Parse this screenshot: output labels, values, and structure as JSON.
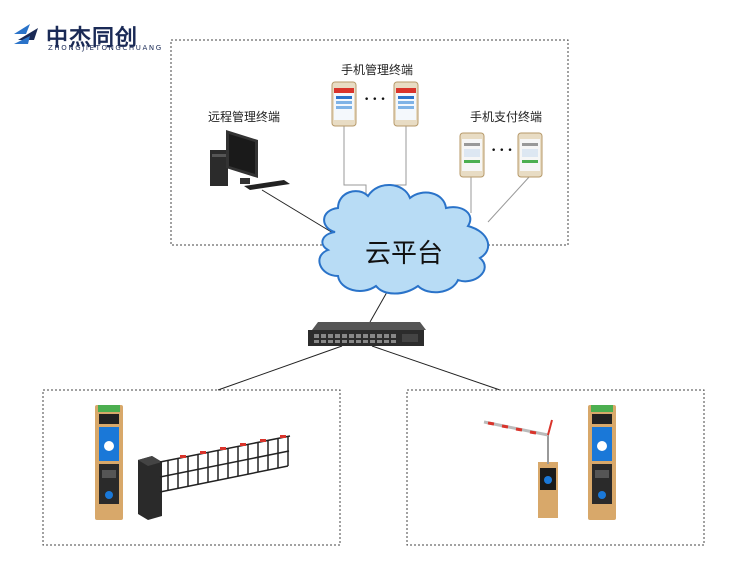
{
  "logo": {
    "name_cn": "中杰同创",
    "name_en": "ZHONGJIETONGCHUANG"
  },
  "labels": {
    "remote_terminal": "远程管理终端",
    "mobile_management_terminal": "手机管理终端",
    "mobile_payment_terminal": "手机支付终端",
    "cloud_platform": "云平台"
  },
  "ellipsis": "• • •",
  "colors": {
    "brand_navy": "#1a2a56",
    "brand_blue": "#2a73c9",
    "barrier_red": "#d9342b",
    "kiosk_gold": "#d8a86a",
    "screen_blue": "#1a78d8"
  },
  "icons": [
    "logo-arrow-icon",
    "desktop-computer-icon",
    "smartphone-icon",
    "cloud-icon",
    "network-switch-icon",
    "kiosk-icon",
    "fence-barrier-icon",
    "boom-barrier-icon"
  ]
}
